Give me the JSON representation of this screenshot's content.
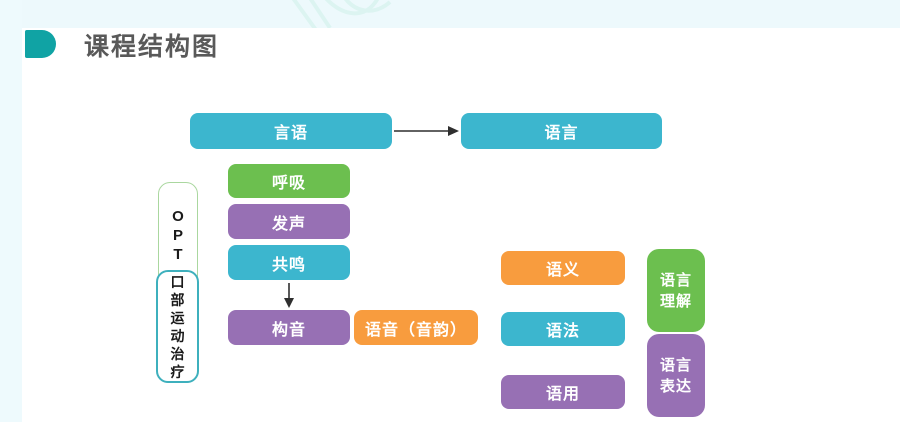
{
  "header": {
    "title": "课程结构图"
  },
  "palette": {
    "teal": "#3cb6ce",
    "green": "#6cbf4f",
    "purple": "#9770b4",
    "orange": "#f89c3e",
    "accent": "#10a3a4",
    "title_text": "#595959",
    "strip": "#edf9fc",
    "opt_border_green": "#aad79f",
    "opt_border_teal": "#3eb0bd",
    "arrow": "#2f2f2f"
  },
  "diagram": {
    "speech_node": {
      "label": "言语",
      "color": "#3cb6ce"
    },
    "language_node": {
      "label": "语言",
      "color": "#3cb6ce"
    },
    "speech_children": [
      {
        "label": "呼吸",
        "color": "#6cbf4f"
      },
      {
        "label": "发声",
        "color": "#9770b4"
      },
      {
        "label": "共鸣",
        "color": "#3cb6ce"
      },
      {
        "label": "构音",
        "color": "#9770b4"
      }
    ],
    "phonology_node": {
      "label": "语音（音韵）",
      "color": "#f89c3e"
    },
    "opt_node": {
      "abbr": "OPT",
      "name": "口部运动治疗"
    },
    "language_children": [
      {
        "label": "语义",
        "color": "#f89c3e"
      },
      {
        "label": "语法",
        "color": "#3cb6ce"
      },
      {
        "label": "语用",
        "color": "#9770b4"
      }
    ],
    "language_skills": [
      {
        "label": "语言理解",
        "color": "#6cbf4f"
      },
      {
        "label": "语言表达",
        "color": "#9770b4"
      }
    ]
  }
}
